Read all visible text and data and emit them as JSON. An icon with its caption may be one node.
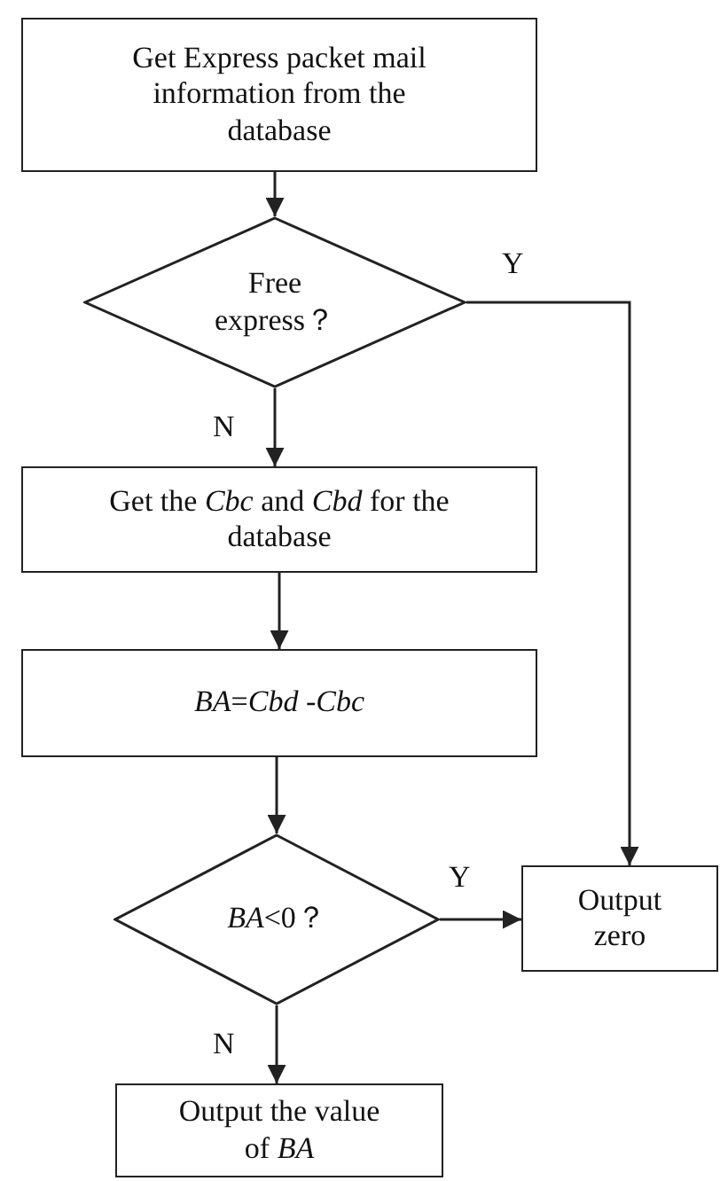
{
  "diagram": {
    "nodes": [
      {
        "text": [
          "Get Express packet mail information from the database"
        ]
      },
      {
        "text": [
          "Free express？"
        ]
      },
      {
        "text": [
          "Get the *Cbc* and *Cbd* for the database"
        ]
      },
      {
        "text": [
          "*BA*=*Cbd* -*Cbc*"
        ]
      },
      {
        "text": [
          "*BA*<0？"
        ]
      },
      {
        "text": [
          "Output zero"
        ]
      },
      {
        "text": [
          "Output the value of *BA*"
        ]
      }
    ],
    "edges": [
      {
        "from": 0,
        "to": 1,
        "arrow": "to"
      },
      {
        "from": 1,
        "to": 2,
        "arrow": "to",
        "label": "N"
      },
      {
        "from": 1,
        "to": 5,
        "arrow": "to",
        "label": "Y"
      },
      {
        "from": 2,
        "to": 3,
        "arrow": "to"
      },
      {
        "from": 3,
        "to": 4,
        "arrow": "to"
      },
      {
        "from": 4,
        "to": 5,
        "arrow": "to",
        "label": "Y"
      },
      {
        "from": 4,
        "to": 6,
        "arrow": "to",
        "label": "N"
      }
    ]
  }
}
